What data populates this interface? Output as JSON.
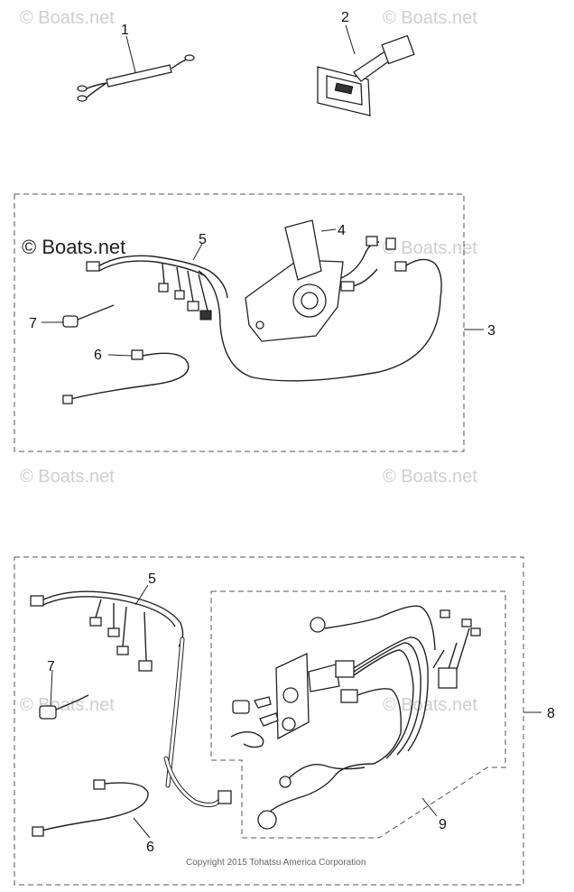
{
  "watermarks": {
    "light": "© Boats.net",
    "dark": "© Boats.net"
  },
  "callouts": {
    "c1": "1",
    "c2": "2",
    "c3": "3",
    "c4": "4",
    "c5a": "5",
    "c6a": "6",
    "c7a": "7",
    "c5b": "5",
    "c7b": "7",
    "c8": "8",
    "c6b": "6",
    "c9": "9"
  },
  "copyright": "Copyright 2015 Tohatsu America Corporation"
}
